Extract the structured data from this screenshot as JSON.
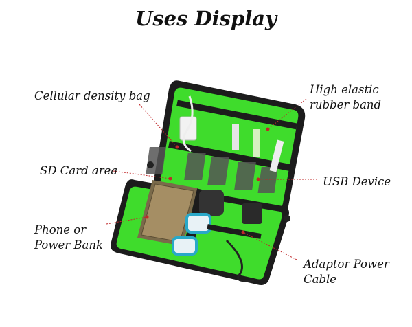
{
  "title": "Uses Display",
  "labels": {
    "cellular_density_bag": "Cellular density bag",
    "high_elastic_1": "High elastic",
    "high_elastic_2": "rubber band",
    "sd_card_area": "SD Card area",
    "usb_device": "USB Device",
    "phone_1": "Phone or",
    "phone_2": "Power Bank",
    "adaptor_1": "Adaptor Power",
    "adaptor_2": "Cable"
  },
  "colors": {
    "lining": "#3fdc2c",
    "shell": "#1c1c1c",
    "leader": "#c0282a"
  }
}
